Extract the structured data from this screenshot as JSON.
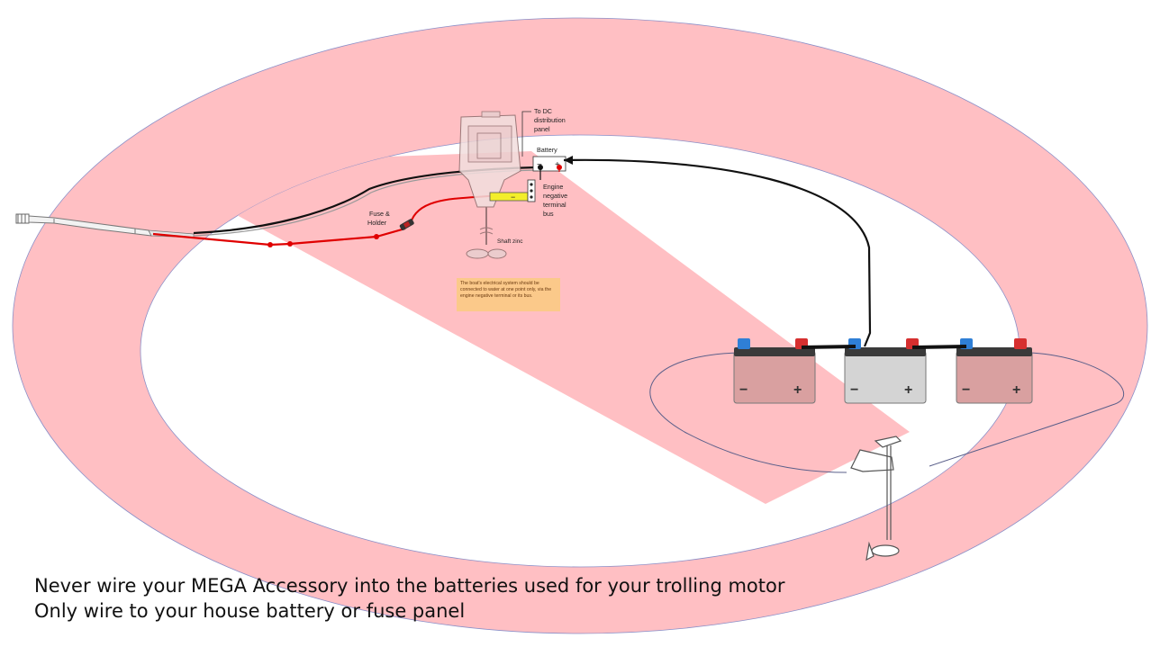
{
  "labels": {
    "to_dc": [
      "To DC",
      "distribution",
      "panel"
    ],
    "battery": "Battery",
    "engine_bus": [
      "Engine",
      "negative",
      "terminal",
      "bus"
    ],
    "fuse": [
      "Fuse &",
      "Holder"
    ],
    "shaft_zinc": "Shaft zinc",
    "note": "The boat's electrical system should be connected to water at one point only, via the engine negative terminal or its bus."
  },
  "terminal_signs": {
    "negative": "−",
    "positive": "+"
  },
  "caption": {
    "line1": "Never wire your MEGA Accessory into the batteries used for your trolling motor",
    "line2": "Only wire to your house battery or fuse panel"
  },
  "batteries": [
    {
      "id": "left",
      "tint": "#d9a0a0"
    },
    {
      "id": "middle",
      "tint": "#d4d4d4"
    },
    {
      "id": "right",
      "tint": "#d9a0a0"
    }
  ],
  "colors": {
    "prohibition": "#ffbfc3",
    "wire_red": "#e00000",
    "wire_black": "#111111",
    "note_bg": "#fbc98a",
    "bus_yellow": "#f3ee2a"
  }
}
